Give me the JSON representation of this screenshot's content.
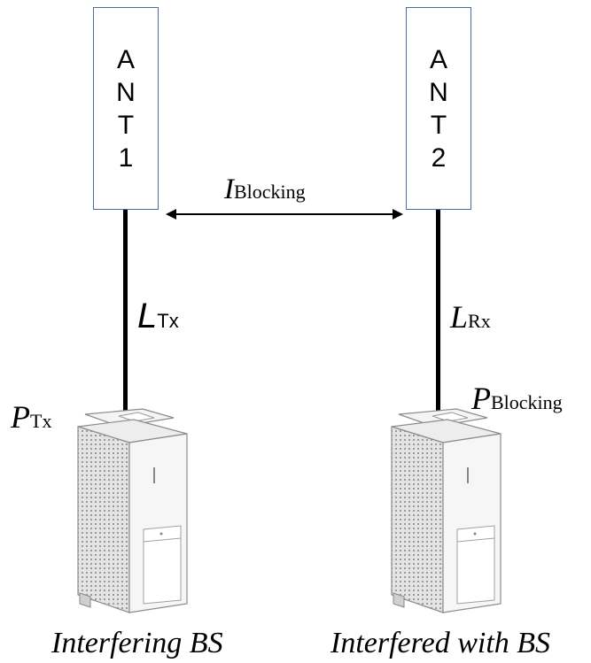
{
  "antenna1": {
    "chars": [
      "A",
      "N",
      "T",
      "1"
    ]
  },
  "antenna2": {
    "chars": [
      "A",
      "N",
      "T",
      "2"
    ]
  },
  "labels": {
    "i_main": "I",
    "i_sub": "Blocking",
    "ltx_main": "L",
    "ltx_sub": "Tx",
    "lrx_main": "L",
    "lrx_sub": "Rx",
    "ptx_main": "P",
    "ptx_sub": "Tx",
    "pblock_main": "P",
    "pblock_sub": "Blocking"
  },
  "captions": {
    "left": "Interfering BS",
    "right": "Interfered with BS"
  },
  "colors": {
    "antenna_border": "#4a6aa8",
    "cable": "#000000",
    "device_body": "#f2f2f2"
  }
}
